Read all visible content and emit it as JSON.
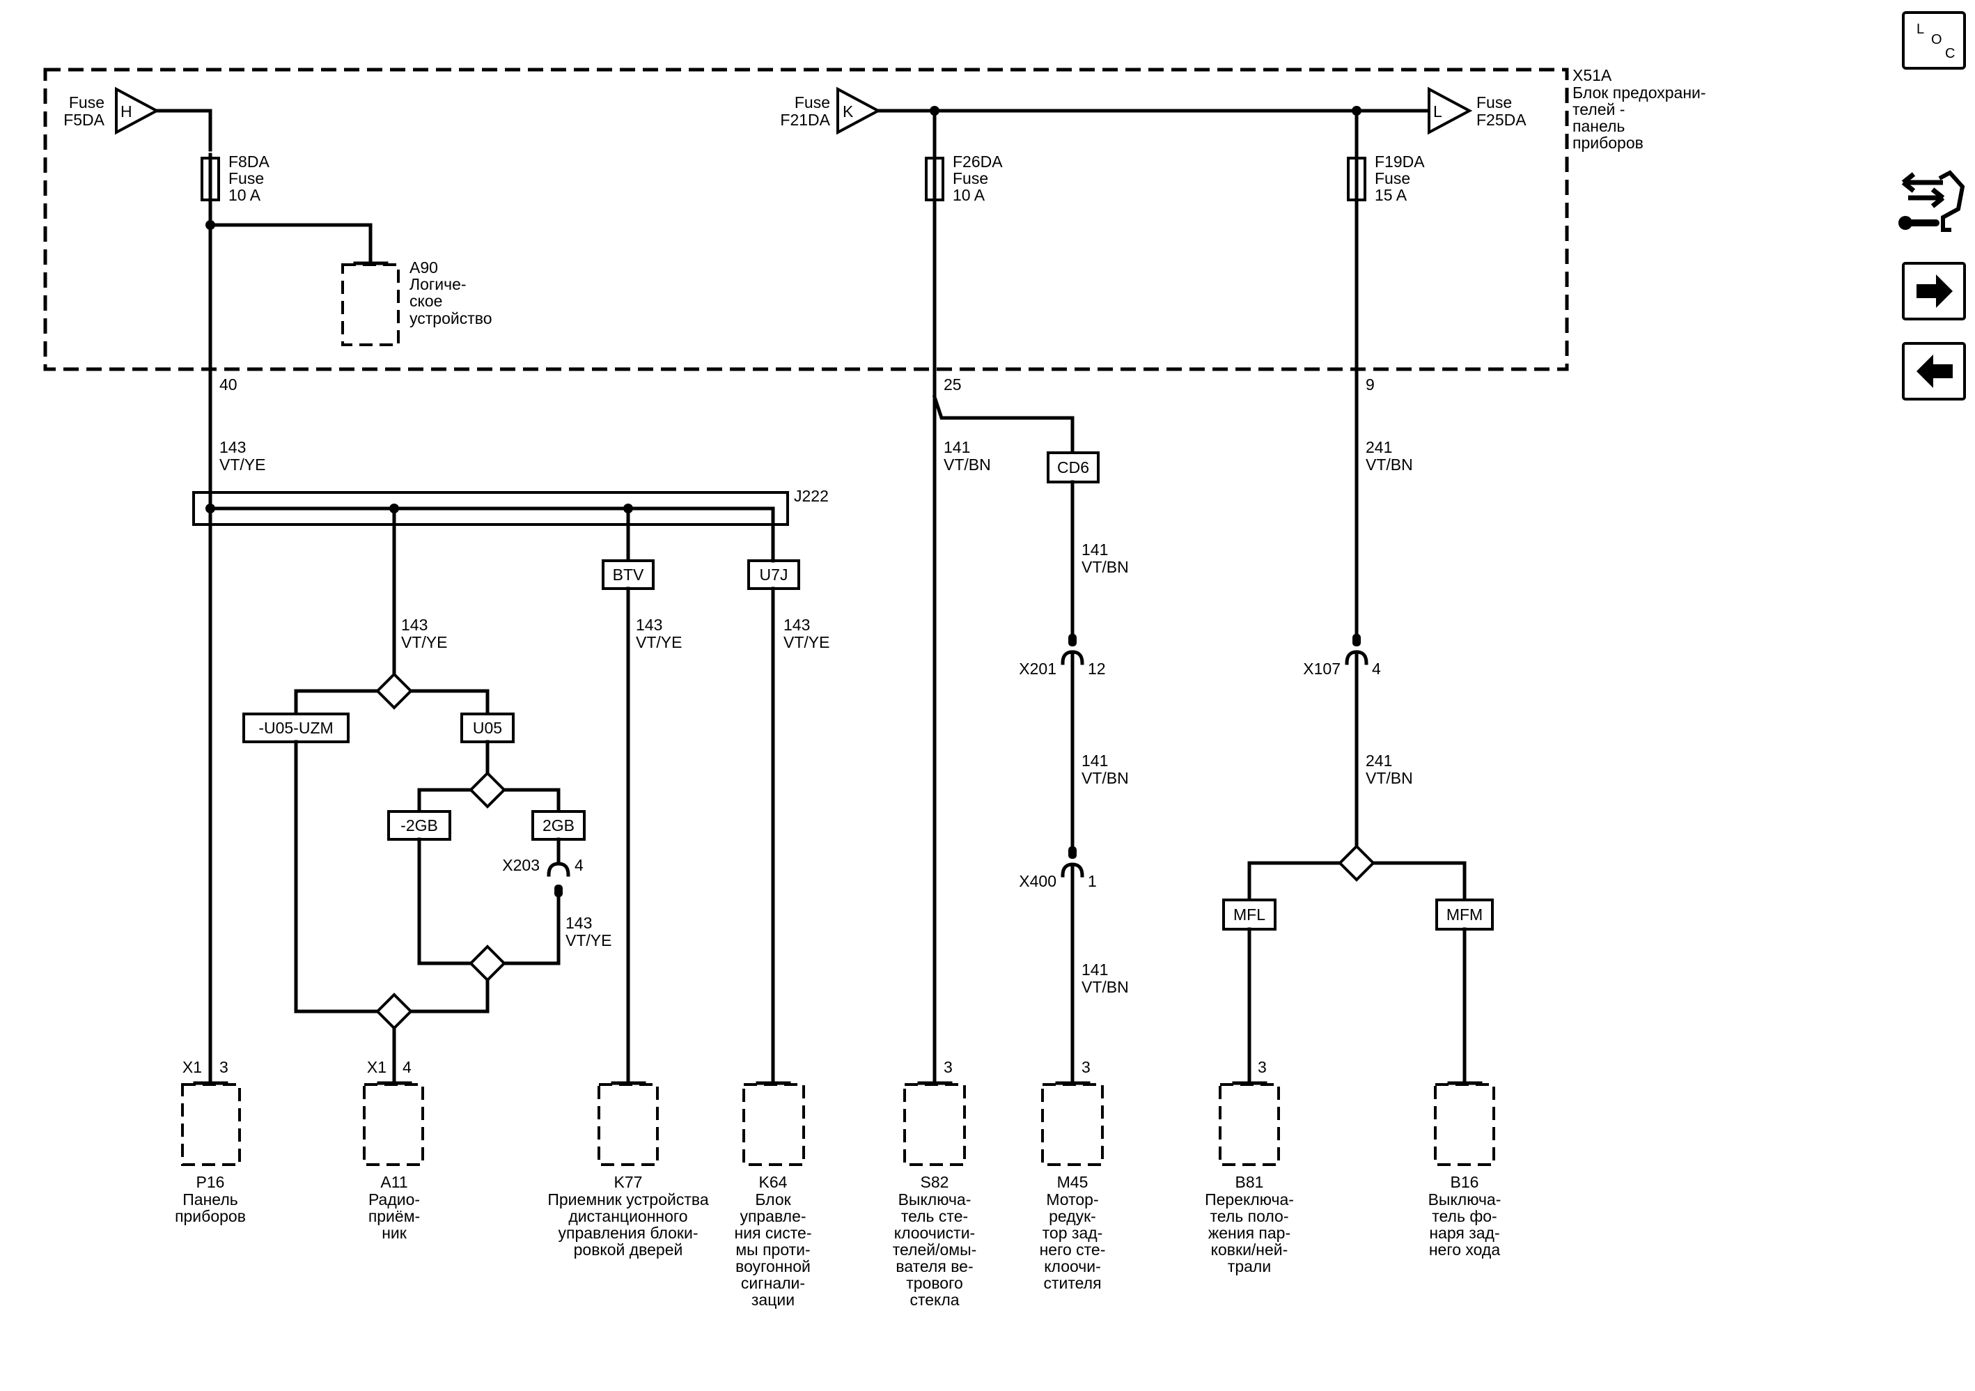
{
  "title_code": "X51A",
  "title_text": [
    "Блок предохрани-",
    "телей -",
    "панель",
    "приборов"
  ],
  "fuse_word": "Fuse",
  "feeds": [
    {
      "letter": "H",
      "name": "F5DA"
    },
    {
      "letter": "K",
      "name": "F21DA"
    },
    {
      "letter": "L",
      "name": "F25DA"
    }
  ],
  "fuses": [
    {
      "id": "F8DA",
      "rating": "10 A"
    },
    {
      "id": "F26DA",
      "rating": "10 A"
    },
    {
      "id": "F19DA",
      "rating": "15 A"
    }
  ],
  "a90": {
    "id": "A90",
    "lines": [
      "Логиче-",
      "ское",
      "устройство"
    ]
  },
  "pins_x51a": [
    "40",
    "25",
    "9"
  ],
  "wires": {
    "vtye": {
      "num": "143",
      "color": "VT/YE"
    },
    "vtbn141": {
      "num": "141",
      "color": "VT/BN"
    },
    "vtbn241": {
      "num": "241",
      "color": "VT/BN"
    }
  },
  "splice": "J222",
  "options": [
    "BTV",
    "U7J",
    "CD6",
    "-U05-UZM",
    "U05",
    "-2GB",
    "2GB",
    "MFL",
    "MFM"
  ],
  "connectors": [
    {
      "id": "X203",
      "pin": "4"
    },
    {
      "id": "X201",
      "pin": "12"
    },
    {
      "id": "X400",
      "pin": "1"
    },
    {
      "id": "X107",
      "pin": "4"
    }
  ],
  "components": [
    {
      "conn": "X1",
      "pin": "3",
      "id": "P16",
      "lines": [
        "Панель",
        "приборов"
      ]
    },
    {
      "conn": "X1",
      "pin": "4",
      "id": "A11",
      "lines": [
        "Радио-",
        "приём-",
        "ник"
      ]
    },
    {
      "conn": "",
      "pin": "",
      "id": "K77",
      "lines": [
        "Приемник устройства",
        "дистанционного",
        "управления блоки-",
        "ровкой дверей"
      ]
    },
    {
      "conn": "",
      "pin": "",
      "id": "K64",
      "lines": [
        "Блок",
        "управле-",
        "ния систе-",
        "мы проти-",
        "воугонной",
        "сигнали-",
        "зации"
      ]
    },
    {
      "conn": "",
      "pin": "3",
      "id": "S82",
      "lines": [
        "Выключа-",
        "тель сте-",
        "клоочисти-",
        "телей/омы-",
        "вателя ве-",
        "трового",
        "стекла"
      ]
    },
    {
      "conn": "",
      "pin": "3",
      "id": "M45",
      "lines": [
        "Мотор-",
        "редук-",
        "тор зад-",
        "него сте-",
        "клоочи-",
        "стителя"
      ]
    },
    {
      "conn": "",
      "pin": "3",
      "id": "B81",
      "lines": [
        "Переключа-",
        "тель поло-",
        "жения пар-",
        "ковки/ней-",
        "трали"
      ]
    },
    {
      "conn": "",
      "pin": "",
      "id": "B16",
      "lines": [
        "Выключа-",
        "тель фо-",
        "наря зад-",
        "него хода"
      ]
    }
  ],
  "side_icons": [
    {
      "name": "loc-icon",
      "letters": [
        "L",
        "O",
        "C"
      ]
    },
    {
      "name": "connector-wrench-icon"
    },
    {
      "name": "arrow-right-icon"
    },
    {
      "name": "arrow-left-icon"
    }
  ]
}
